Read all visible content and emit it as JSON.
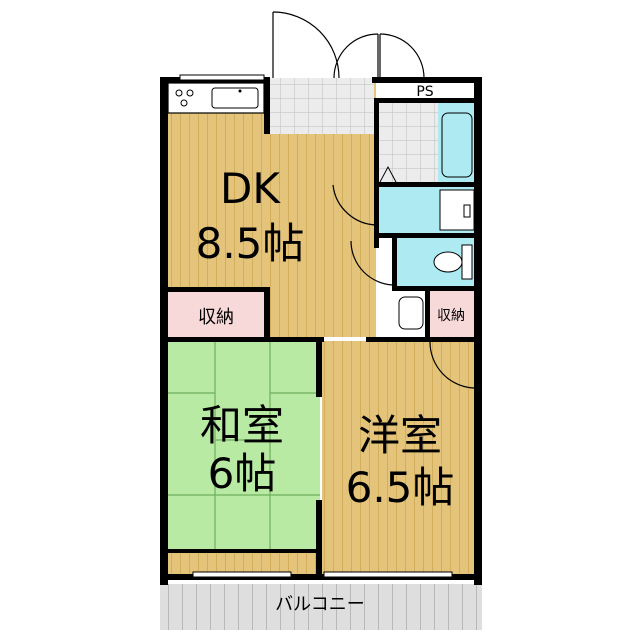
{
  "rooms": {
    "dk": {
      "name": "DK",
      "size": "8.5帖"
    },
    "washitsu": {
      "name": "和室",
      "size": "6帖"
    },
    "youshitsu": {
      "name": "洋室",
      "size": "6.5帖"
    }
  },
  "labels": {
    "storage_left": "収納",
    "storage_right": "収納",
    "ps": "PS",
    "balcony": "バルコニー"
  },
  "colors": {
    "flooring": "#e3c47a",
    "flooring_lines": "#d4b060",
    "tatami": "#b9eaa4",
    "tatami_lines": "#7fbf6a",
    "storage": "#f7d9d9",
    "wet_area": "#aeeaf2",
    "tile": "#e6e6e6",
    "balcony": "#dcdcdc",
    "wall": "#000000"
  }
}
